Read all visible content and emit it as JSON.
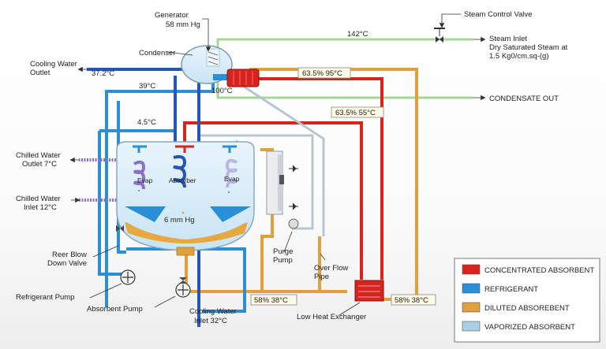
{
  "labels": {
    "generator": "Generator",
    "generator_pressure": "58 mm Hg",
    "steam_control_valve": "Steam Control Valve",
    "steam_inlet_1": "Steam Inlet",
    "steam_inlet_2": "Dry Saturated Steam at",
    "steam_inlet_3": "1.5 Kg0/cm.sq-(g)",
    "condenser": "Condenser",
    "cooling_water_outlet_1": "Cooling Water",
    "cooling_water_outlet_2": "Outlet",
    "chilled_water_outlet_1": "Chilled Water",
    "chilled_water_outlet_2": "Outlet 7°C",
    "chilled_water_inlet_1": "Chilled Water",
    "chilled_water_inlet_2": "Inlet 12°C",
    "condensate_out": "CONDENSATE OUT",
    "evap_left": "Evap",
    "evap_right": "Evap",
    "absorber": "Absorber",
    "absorber_pressure": "6 mm Hg",
    "reer_blow_1": "Reer Blow",
    "reer_blow_2": "Down Valve",
    "refrigerant_pump": "Refrigerant Pump",
    "absorbent_pump": "Absorbent Pump",
    "cooling_water_inlet_1": "Cooling Water",
    "cooling_water_inlet_2": "Inlet 32°C",
    "purge_pump_1": "Purge",
    "purge_pump_2": "Pump",
    "over_flow_1": "Over Flow",
    "over_flow_2": "Pipe",
    "low_heat_exchanger": "Low Heat Exchanger"
  },
  "temperatures": {
    "steam": "142°C",
    "cw_outlet": "37.2°C",
    "t39": "39°C",
    "t100": "100°C",
    "t45": "4.5°C",
    "box1": "63.5%  95°C",
    "box2": "63.5%  55°C",
    "box3": "58%  38°C",
    "box4": "58%  38°C"
  },
  "legend": [
    {
      "label": "CONCENTRATED ABSORBENT",
      "color": "#d9231f"
    },
    {
      "label": "REFRIGERANT",
      "color": "#2a8fd6"
    },
    {
      "label": "DILUTED ABSOREBENT",
      "color": "#e0a040"
    },
    {
      "label": "VAPORIZED ABSORBENT",
      "color": "#a9cfe6"
    }
  ],
  "colors": {
    "concentrated": "#d9231f",
    "refrigerant": "#2a8fd6",
    "diluted": "#e0a040",
    "vaporized": "#a9cfe6",
    "chilled_water": "#8a6fc8",
    "steam": "#a8d59a",
    "cooling_water_dark": "#2356b8"
  }
}
